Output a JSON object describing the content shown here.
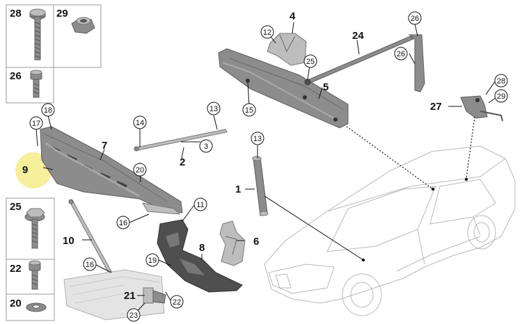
{
  "labels": {
    "p1": "1",
    "p2": "2",
    "p3": "3",
    "p4": "4",
    "p5": "5",
    "p6": "6",
    "p7": "7",
    "p8": "8",
    "p9": "9",
    "p10": "10",
    "p11": "11",
    "p12": "12",
    "p13a": "13",
    "p13b": "13",
    "p14": "14",
    "p15": "15",
    "p16a": "16",
    "p16b": "16",
    "p17": "17",
    "p18": "18",
    "p19": "19",
    "p20a": "20",
    "p20b": "20",
    "p21": "21",
    "p22a": "22",
    "p22b": "22",
    "p23": "23",
    "p24": "24",
    "p25a": "25",
    "p25b": "25",
    "p26a": "26",
    "p26b": "26",
    "p26c": "26",
    "p27": "27",
    "p28a": "28",
    "p28b": "28",
    "p29a": "29",
    "p29b": "29"
  },
  "colors": {
    "highlight": "#f6ef9c",
    "part": "#8c8c8c",
    "outline": "#b8b8b8"
  }
}
